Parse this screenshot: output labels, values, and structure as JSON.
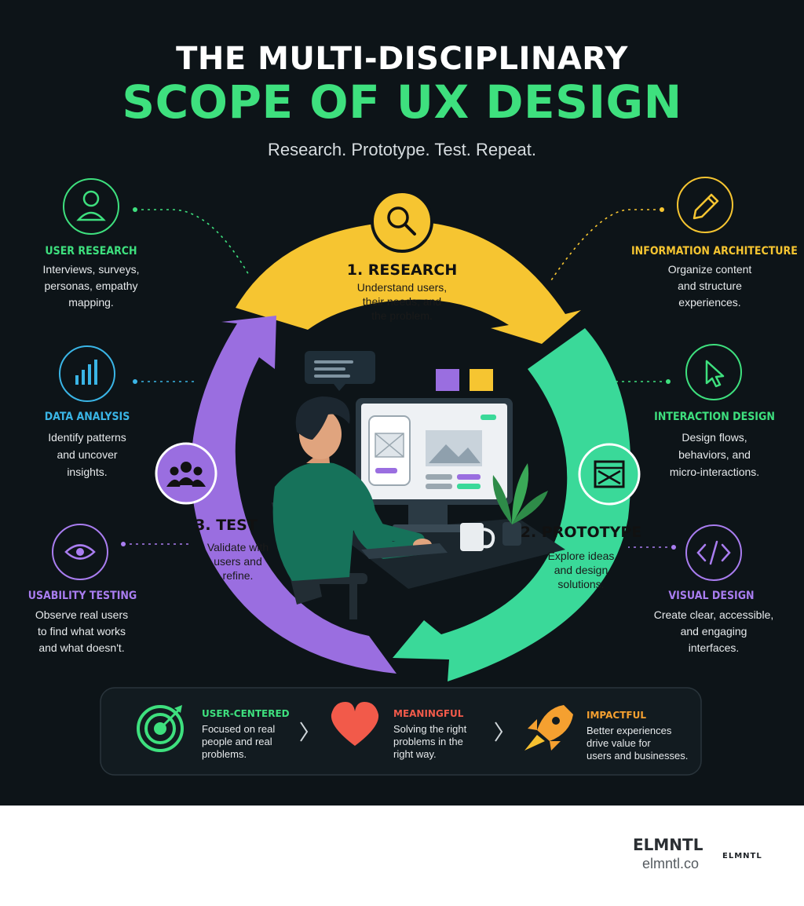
{
  "header": {
    "title_line1": "THE MULTI-DISCIPLINARY",
    "title_line2": "SCOPE OF UX DESIGN",
    "subtitle": "Research. Prototype. Test. Repeat."
  },
  "cycle": {
    "research": {
      "title": "1. RESEARCH",
      "desc": [
        "Understand users,",
        "their needs, and",
        "the problem."
      ],
      "color": "#f6c531",
      "icon": "magnifier-icon"
    },
    "prototype": {
      "title": "2. PROTOTYPE",
      "desc": [
        "Explore ideas",
        "and design",
        "solutions."
      ],
      "color": "#3ad999",
      "icon": "wireframe-icon"
    },
    "test": {
      "title": "3. TEST",
      "desc": [
        "Validate with",
        "users and",
        "refine."
      ],
      "color": "#9a6ee0",
      "icon": "users-group-icon"
    }
  },
  "disciplines": {
    "user_research": {
      "title": "USER RESEARCH",
      "desc": [
        "Interviews, surveys,",
        "personas, empathy",
        "mapping."
      ],
      "color": "#3ee07e",
      "icon": "user-icon"
    },
    "data_analysis": {
      "title": "DATA ANALYSIS",
      "desc": [
        "Identify patterns",
        "and uncover",
        "insights."
      ],
      "color": "#3ab5e6",
      "icon": "bar-chart-icon"
    },
    "usability_testing": {
      "title": "USABILITY TESTING",
      "desc": [
        "Observe real users",
        "to find what works",
        "and what doesn't."
      ],
      "color": "#a97df0",
      "icon": "eye-icon"
    },
    "information_architecture": {
      "title": "INFORMATION ARCHITECTURE",
      "desc": [
        "Organize content",
        "and structure",
        "experiences."
      ],
      "color": "#f6c531",
      "icon": "pencil-icon"
    },
    "interaction_design": {
      "title": "INTERACTION DESIGN",
      "desc": [
        "Design flows,",
        "behaviors, and",
        "micro-interactions."
      ],
      "color": "#3ee07e",
      "icon": "cursor-icon"
    },
    "visual_design": {
      "title": "VISUAL DESIGN",
      "desc": [
        "Create clear, accessible,",
        "and engaging",
        "interfaces."
      ],
      "color": "#a97df0",
      "icon": "code-icon"
    }
  },
  "values": {
    "user_centered": {
      "title": "USER-CENTERED",
      "desc": [
        "Focused on real",
        "people and real",
        "problems."
      ],
      "color": "#3ee07e",
      "icon": "target-icon"
    },
    "meaningful": {
      "title": "MEANINGFUL",
      "desc": [
        "Solving the right",
        "problems in the",
        "right way."
      ],
      "color": "#f25a4a",
      "icon": "heart-icon"
    },
    "impactful": {
      "title": "IMPACTFUL",
      "desc": [
        "Better experiences",
        "drive value for",
        "users and businesses."
      ],
      "color": "#f5a030",
      "icon": "rocket-icon"
    }
  },
  "footer": {
    "brand": "ELMNTL",
    "url": "elmntl.co",
    "logo_text": "ELMNTL"
  }
}
